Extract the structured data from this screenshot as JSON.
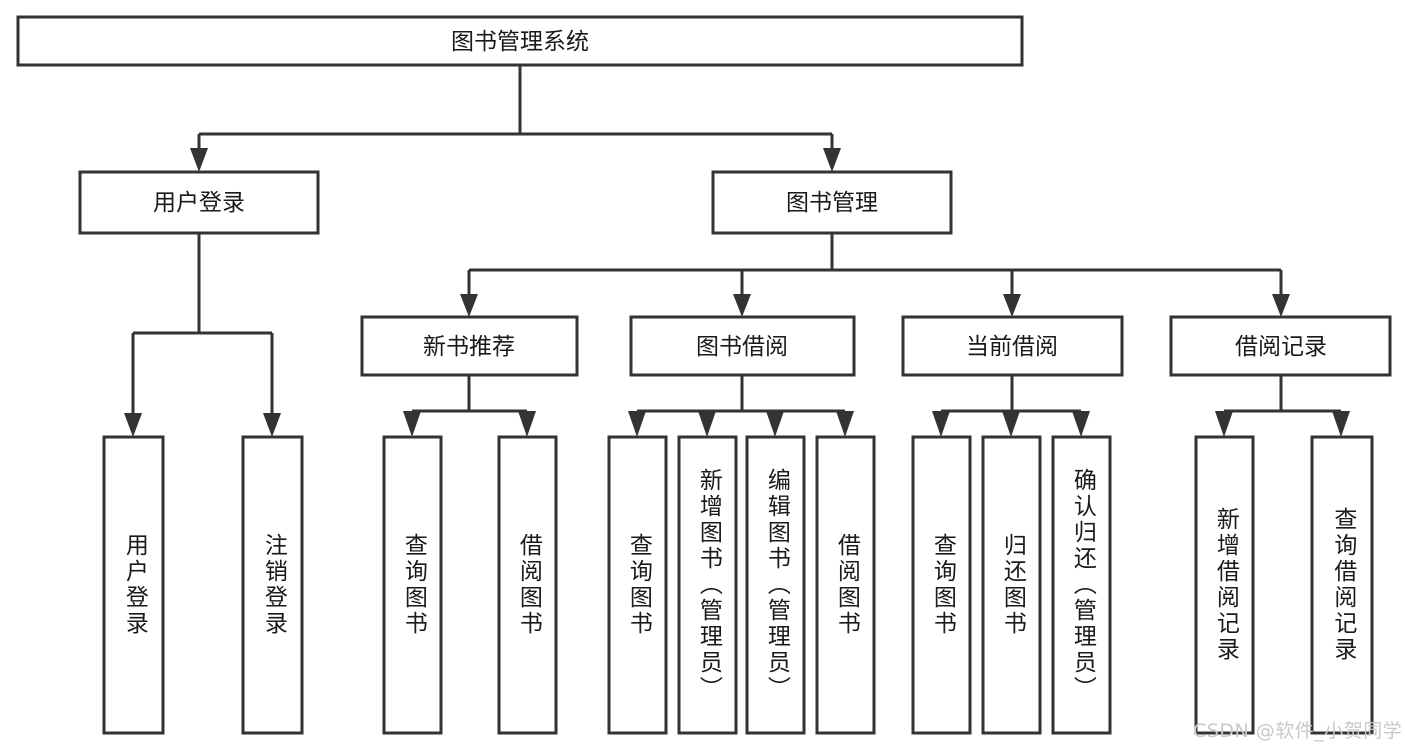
{
  "diagram": {
    "title": "图书管理系统",
    "type": "tree",
    "orientation": "top-down",
    "colors": {
      "stroke": "#333333",
      "fill": "#ffffff",
      "text": "#1a1a1a",
      "background": "#ffffff",
      "watermark": "#c9c9c9"
    },
    "levels": [
      {
        "level": 1,
        "nodes": [
          {
            "id": "root",
            "label": "图书管理系统",
            "orientation": "horizontal"
          }
        ]
      },
      {
        "level": 2,
        "nodes": [
          {
            "id": "user-login",
            "label": "用户登录",
            "orientation": "horizontal",
            "parent": "root"
          },
          {
            "id": "book-manage",
            "label": "图书管理",
            "orientation": "horizontal",
            "parent": "root"
          }
        ]
      },
      {
        "level": 3,
        "nodes": [
          {
            "id": "new-book-rec",
            "label": "新书推荐",
            "orientation": "horizontal",
            "parent": "book-manage"
          },
          {
            "id": "book-borrow",
            "label": "图书借阅",
            "orientation": "horizontal",
            "parent": "book-manage"
          },
          {
            "id": "current-borrow",
            "label": "当前借阅",
            "orientation": "horizontal",
            "parent": "book-manage"
          },
          {
            "id": "borrow-record",
            "label": "借阅记录",
            "orientation": "horizontal",
            "parent": "book-manage"
          }
        ]
      },
      {
        "level": 4,
        "nodes": [
          {
            "id": "leaf-user-login",
            "label": "用户登录",
            "orientation": "vertical",
            "parent": "user-login"
          },
          {
            "id": "leaf-logout",
            "label": "注销登录",
            "orientation": "vertical",
            "parent": "user-login"
          },
          {
            "id": "leaf-query-book-1",
            "label": "查询图书",
            "orientation": "vertical",
            "parent": "new-book-rec"
          },
          {
            "id": "leaf-borrow-book-1",
            "label": "借阅图书",
            "orientation": "vertical",
            "parent": "new-book-rec"
          },
          {
            "id": "leaf-query-book-2",
            "label": "查询图书",
            "orientation": "vertical",
            "parent": "book-borrow"
          },
          {
            "id": "leaf-add-book",
            "label": "新增图书（管理员）",
            "orientation": "vertical",
            "parent": "book-borrow"
          },
          {
            "id": "leaf-edit-book",
            "label": "编辑图书（管理员）",
            "orientation": "vertical",
            "parent": "book-borrow"
          },
          {
            "id": "leaf-borrow-book-2",
            "label": "借阅图书",
            "orientation": "vertical",
            "parent": "book-borrow"
          },
          {
            "id": "leaf-query-book-3",
            "label": "查询图书",
            "orientation": "vertical",
            "parent": "current-borrow"
          },
          {
            "id": "leaf-return-book",
            "label": "归还图书",
            "orientation": "vertical",
            "parent": "current-borrow"
          },
          {
            "id": "leaf-confirm-return",
            "label": "确认归还（管理员）",
            "orientation": "vertical",
            "parent": "current-borrow"
          },
          {
            "id": "leaf-add-record",
            "label": "新增借阅记录",
            "orientation": "vertical",
            "parent": "borrow-record"
          },
          {
            "id": "leaf-query-record",
            "label": "查询借阅记录",
            "orientation": "vertical",
            "parent": "borrow-record"
          }
        ]
      }
    ],
    "edges": [
      {
        "from": "root",
        "to": "user-login"
      },
      {
        "from": "root",
        "to": "book-manage"
      },
      {
        "from": "book-manage",
        "to": "new-book-rec"
      },
      {
        "from": "book-manage",
        "to": "book-borrow"
      },
      {
        "from": "book-manage",
        "to": "current-borrow"
      },
      {
        "from": "book-manage",
        "to": "borrow-record"
      },
      {
        "from": "user-login",
        "to": "leaf-user-login"
      },
      {
        "from": "user-login",
        "to": "leaf-logout"
      },
      {
        "from": "new-book-rec",
        "to": "leaf-query-book-1"
      },
      {
        "from": "new-book-rec",
        "to": "leaf-borrow-book-1"
      },
      {
        "from": "book-borrow",
        "to": "leaf-query-book-2"
      },
      {
        "from": "book-borrow",
        "to": "leaf-add-book"
      },
      {
        "from": "book-borrow",
        "to": "leaf-edit-book"
      },
      {
        "from": "book-borrow",
        "to": "leaf-borrow-book-2"
      },
      {
        "from": "current-borrow",
        "to": "leaf-query-book-3"
      },
      {
        "from": "current-borrow",
        "to": "leaf-return-book"
      },
      {
        "from": "current-borrow",
        "to": "leaf-confirm-return"
      },
      {
        "from": "borrow-record",
        "to": "leaf-add-record"
      },
      {
        "from": "borrow-record",
        "to": "leaf-query-record"
      }
    ]
  },
  "watermark": {
    "text": "CSDN @软件_小贺同学"
  }
}
